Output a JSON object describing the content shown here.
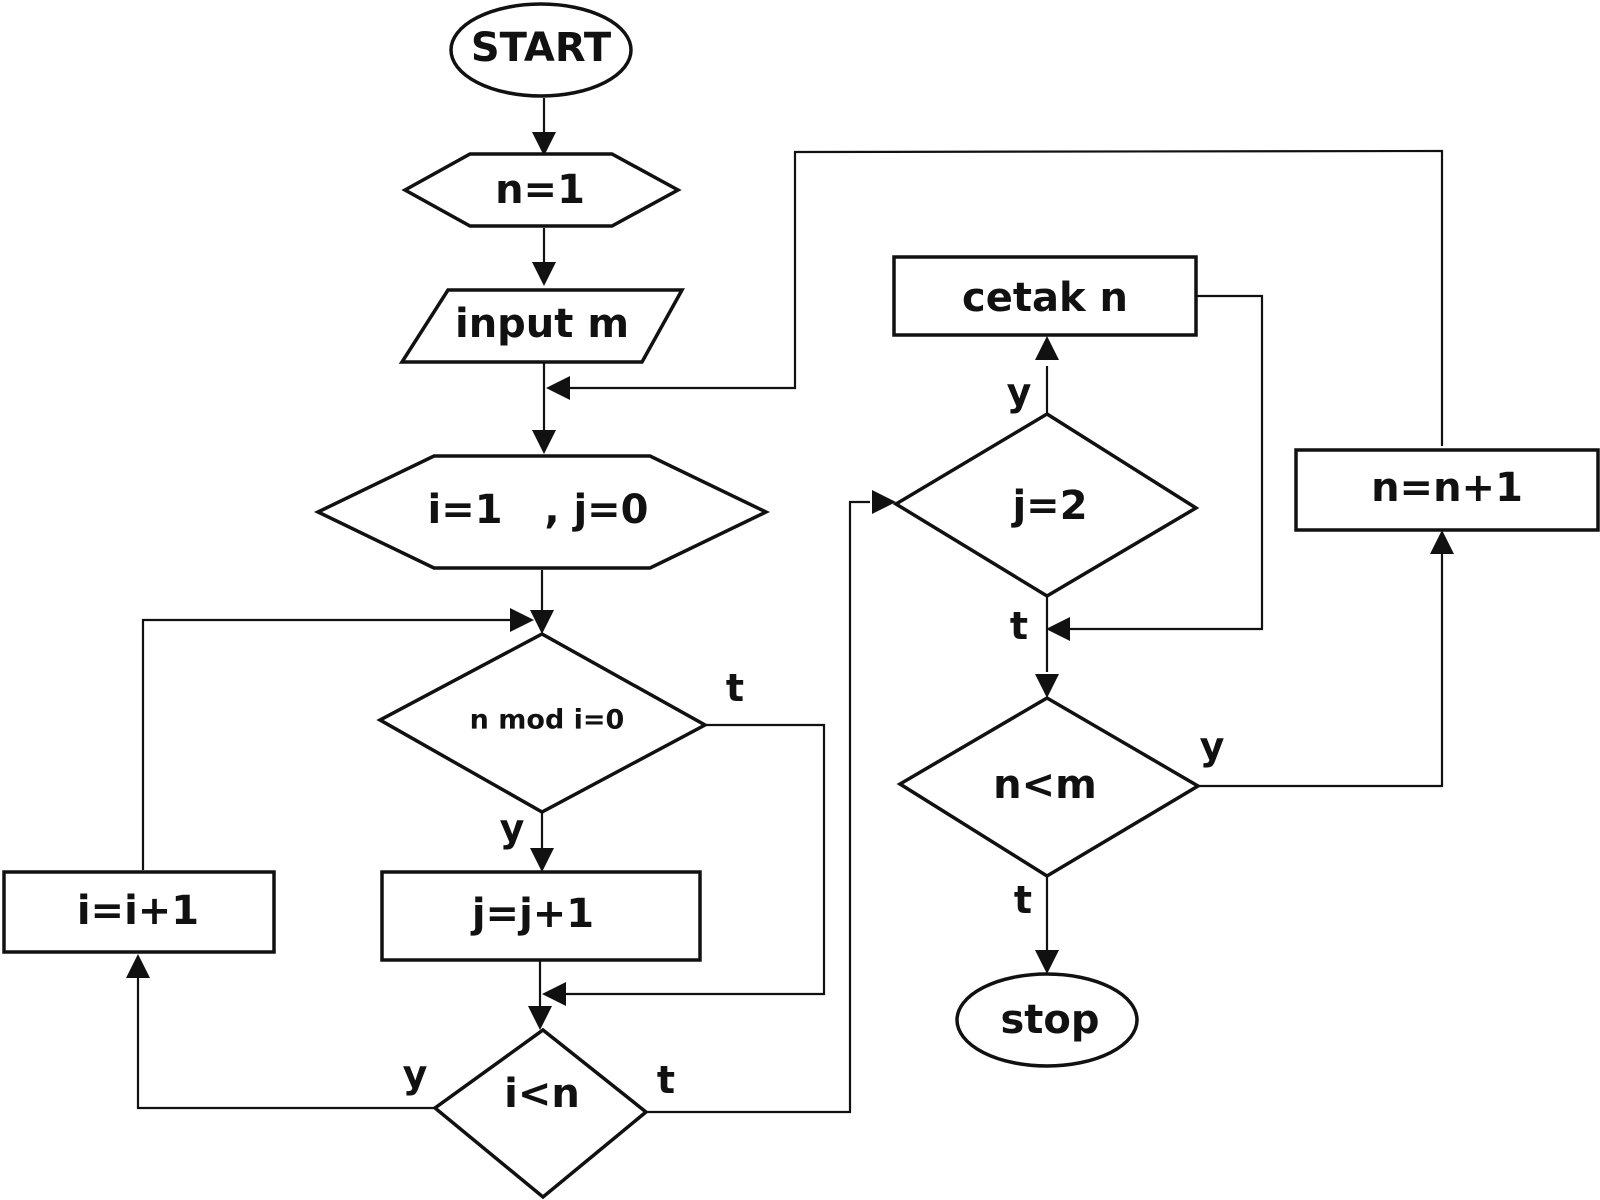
{
  "nodes": {
    "start": "START",
    "init_n": "n=1",
    "input": "input m",
    "init_ij": "i=1   , j=0",
    "cond_mod": "n mod i=0",
    "inc_j": "j=j+1",
    "inc_i": "i=i+1",
    "cond_in": "i<n",
    "cond_j2": "j=2",
    "print": "cetak n",
    "cond_nm": "n<m",
    "inc_n": "n=n+1",
    "stop": "stop"
  },
  "edge_labels": {
    "mod_yes": "y",
    "mod_no": "t",
    "in_yes": "y",
    "in_no": "t",
    "j2_yes": "y",
    "j2_no": "t",
    "nm_yes": "y",
    "nm_no": "t"
  }
}
